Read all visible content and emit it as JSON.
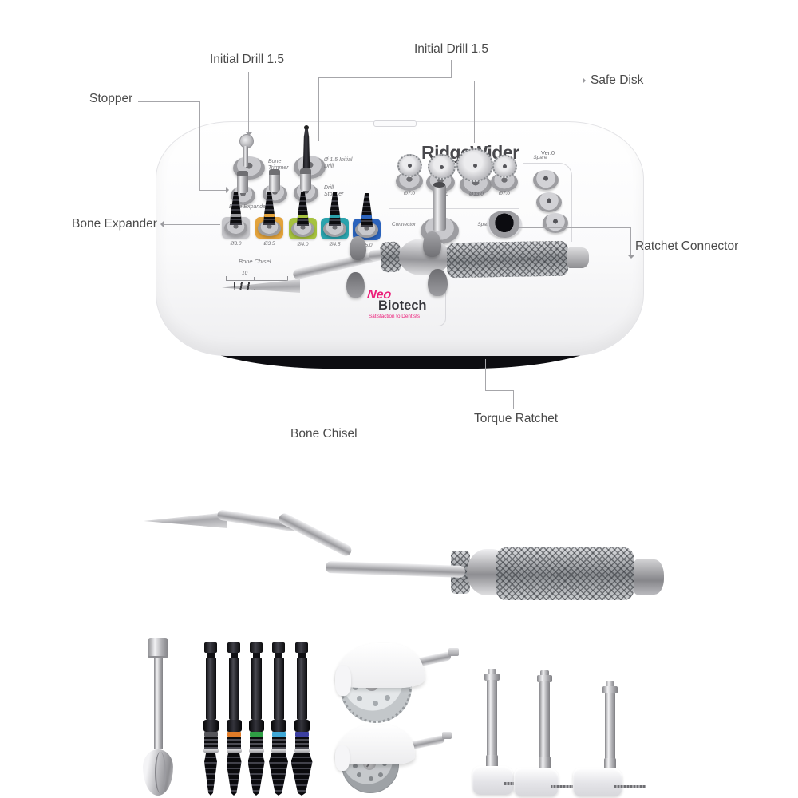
{
  "callouts": {
    "initial_drill_left": "Initial Drill 1.5",
    "initial_drill_top": "Initial Drill 1.5",
    "safe_disk": "Safe Disk",
    "stopper": "Stopper",
    "bone_expander": "Bone Expander",
    "ratchet_connector": "Ratchet Connector",
    "torque_ratchet": "Torque Ratchet",
    "bone_chisel": "Bone Chisel"
  },
  "kit": {
    "brand": "RidgeWider",
    "version": "Ver.0",
    "labels": {
      "bone_trimmer": "Bone Trimmer",
      "initial_drill": "Ø 1.5 Initial Drill",
      "drill_stopper": "Drill Stopper",
      "bone_expander": "Bone Expander",
      "bone_chisel": "Bone Chisel",
      "connector": "Connector",
      "spare_top": "Spare",
      "spare_mid": "Spare",
      "ruler": "10"
    },
    "expanders": [
      {
        "size": "Ø3.0",
        "color": "#c6c6ca"
      },
      {
        "size": "Ø3.5",
        "color": "#e3a33c"
      },
      {
        "size": "Ø4.0",
        "color": "#a6c23f"
      },
      {
        "size": "Ø4.5",
        "color": "#2aa3ad"
      },
      {
        "size": "Ø5.0",
        "color": "#2b63bd"
      }
    ],
    "safe_disks": [
      {
        "size": "Ø7.0"
      },
      {
        "size": "Ø10.0"
      },
      {
        "size": "Ø13.0"
      },
      {
        "size": "Ø7.0"
      }
    ]
  },
  "logo": {
    "neo": "Neo",
    "biotech": "Biotech",
    "tagline": "Satisfaction to Dentists",
    "accent_color": "#ec1e79"
  },
  "products": {
    "expander_band_colors": [
      "#55555a",
      "#e07b28",
      "#2f9e45",
      "#3fa7d6",
      "#3b3fa0"
    ]
  }
}
